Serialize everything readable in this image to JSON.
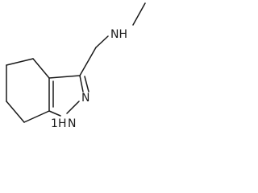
{
  "molecule": {
    "atoms": {
      "amine_nh": "NH",
      "ring_n": "N",
      "ring_nh_n": "N",
      "ring_nh_h": "H",
      "ring_nh_one": "1"
    },
    "colors": {
      "bond": "#1a1a1a",
      "label": "#1a1a1a",
      "background": "#ffffff"
    }
  }
}
